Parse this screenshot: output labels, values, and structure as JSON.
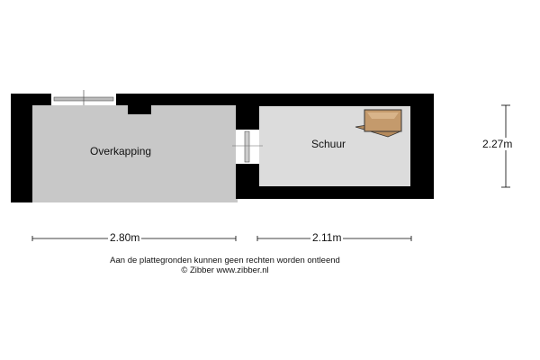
{
  "rooms": [
    {
      "name": "Overkapping"
    },
    {
      "name": "Schuur"
    }
  ],
  "dimensions": {
    "overkapping_width": "2.80m",
    "schuur_width": "2.11m",
    "schuur_depth": "2.27m"
  },
  "footer": {
    "disclaimer": "Aan de plattegronden kunnen geen rechten worden ontleend",
    "copyright": "© Zibber www.zibber.nl"
  },
  "colors": {
    "wall": "#000000",
    "floor_overkapping": "#c8c8c8",
    "floor_schuur": "#dcdcdc",
    "hatch": "#c49a6c"
  }
}
